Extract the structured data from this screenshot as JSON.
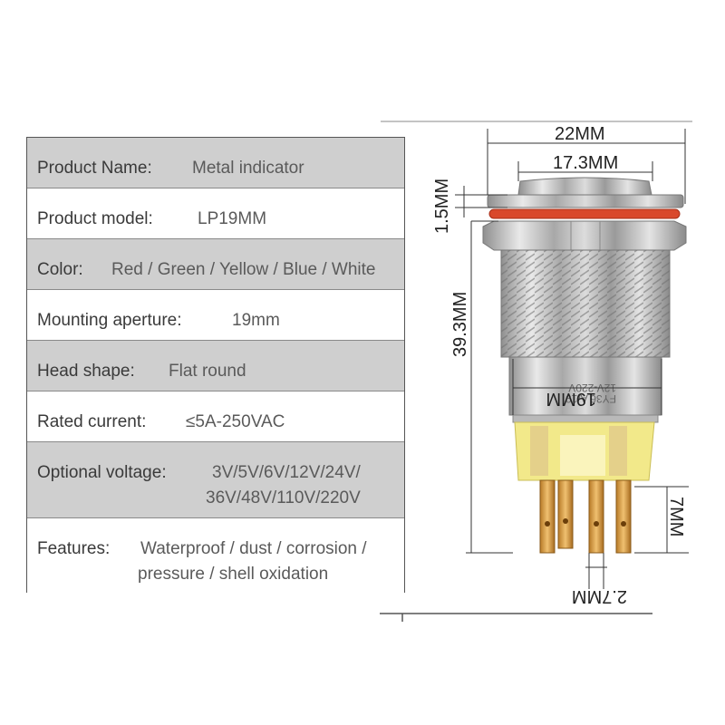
{
  "specs": [
    {
      "label": "Product Name:",
      "value": "Metal indicator"
    },
    {
      "label": "Product model:",
      "value": "LP19MM"
    },
    {
      "label": "Color:",
      "value": "Red / Green / Yellow / Blue / White"
    },
    {
      "label": "Mounting aperture:",
      "value": "19mm"
    },
    {
      "label": "Head shape:",
      "value": "Flat round"
    },
    {
      "label": "Rated current:",
      "value": "≤5A-250VAC"
    },
    {
      "label": "Optional voltage:",
      "value_line1": "3V/5V/6V/12V/24V/",
      "value_line2": "36V/48V/110V/220V"
    },
    {
      "label": "Features:",
      "value_line1": "Waterproof / dust / corrosion /",
      "value_line2": "pressure / shell oxidation"
    }
  ],
  "dimensions": {
    "head_outer": "22MM",
    "head_inner": "17.3MM",
    "head_height": "1.5MM",
    "total_length": "39.3MM",
    "thread_diameter": "19MM",
    "terminal_length": "7MM",
    "terminal_pitch": "2.7MM"
  },
  "body_marking": {
    "line1": "FY36 A/19",
    "line2": "12V-220V"
  },
  "colors": {
    "table_shade": "#cfcfcf",
    "table_border": "#555555",
    "oring": "#d9482b",
    "terminal": "#d79a3a",
    "base": "#f2e98a",
    "metal": "#c8c8c8"
  }
}
